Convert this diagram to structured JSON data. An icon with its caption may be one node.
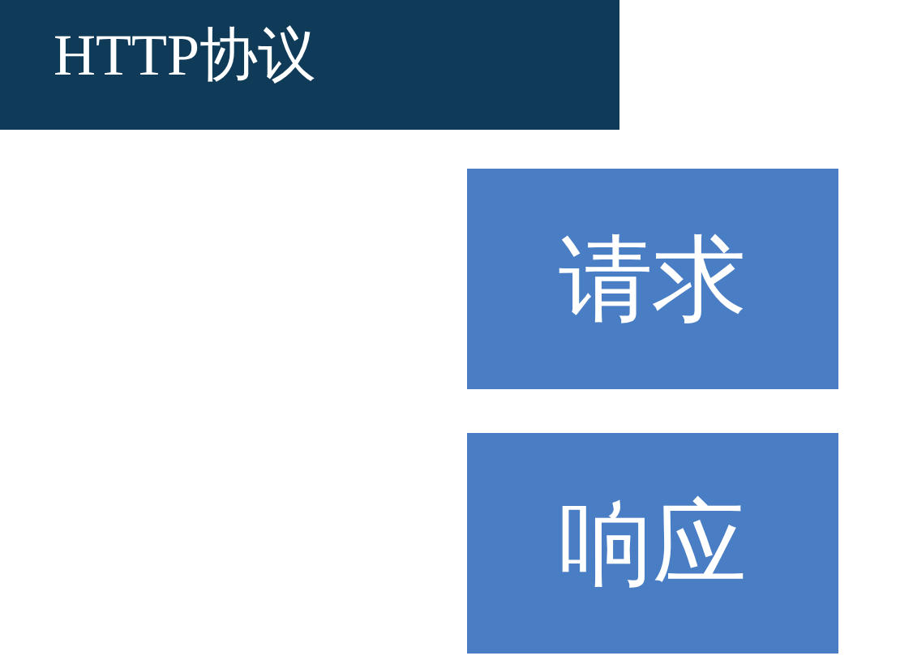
{
  "diagram": {
    "title": "HTTP协议",
    "nodes": [
      {
        "text": [
          "请求"
        ]
      },
      {
        "text": [
          "响应"
        ]
      }
    ],
    "edges": []
  }
}
